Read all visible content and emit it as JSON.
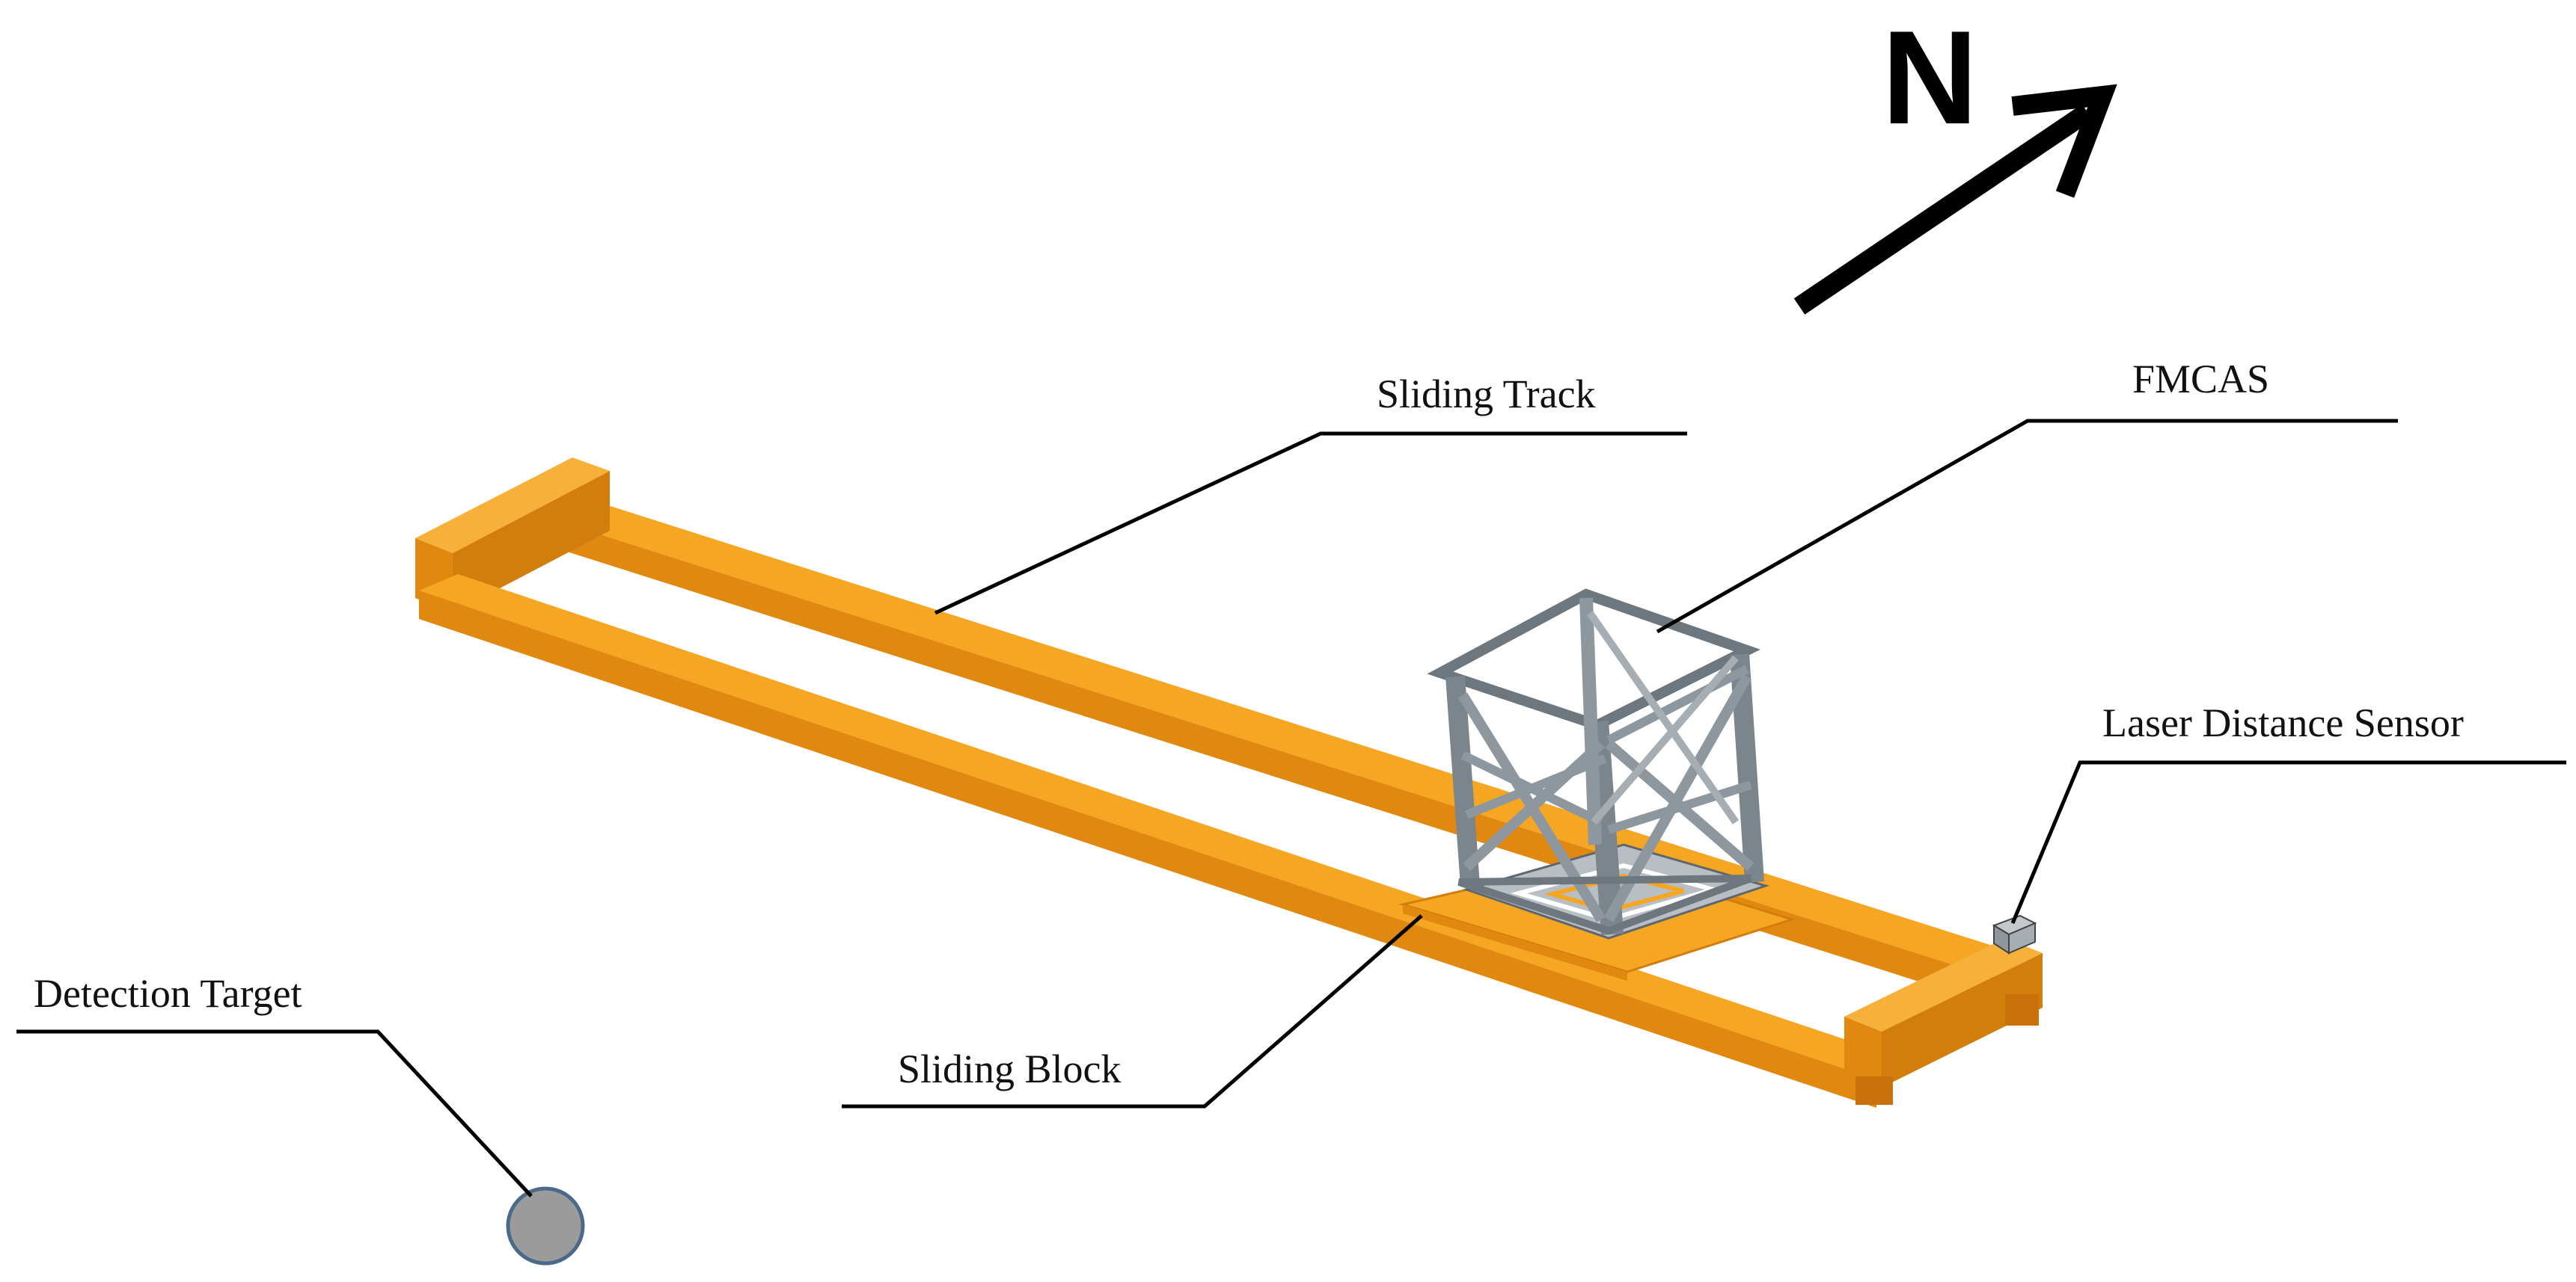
{
  "labels": {
    "north": "N",
    "sliding_track": "Sliding Track",
    "fmcas": "FMCAS",
    "laser_distance_sensor": "Laser Distance Sensor",
    "detection_target": "Detection Target",
    "sliding_block": "Sliding Block"
  },
  "colors": {
    "track_top": "#F5A623",
    "track_side": "#E0880F",
    "track_dark": "#B8650A",
    "frame": "#8E979E",
    "frame_dark": "#5E676E",
    "target_fill": "#9B9B9B",
    "target_stroke": "#4A6A8A",
    "leader": "#000000"
  },
  "icons": {
    "north_arrow": "north-arrow-icon",
    "detection_target": "detection-target-icon",
    "laser_sensor": "laser-sensor-icon"
  }
}
